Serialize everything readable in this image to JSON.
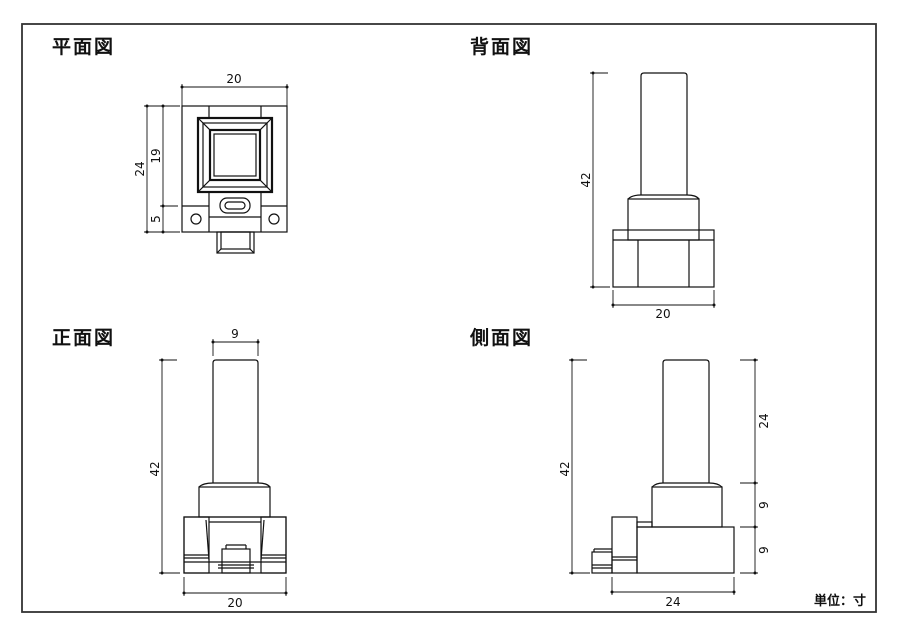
{
  "drawing": {
    "unit_label": "単位：寸",
    "views": {
      "plan": {
        "title": "平面図",
        "dims": {
          "width": "20",
          "depth_total": "24",
          "depth_main": "19",
          "depth_tab": "5"
        }
      },
      "back": {
        "title": "背面図",
        "dims": {
          "height": "42",
          "width": "20"
        }
      },
      "front": {
        "title": "正面図",
        "dims": {
          "stem_width": "9",
          "height": "42",
          "width": "20"
        }
      },
      "side": {
        "title": "側面図",
        "dims": {
          "height": "42",
          "stem_height": "24",
          "collar_height": "9",
          "base_height": "9",
          "depth": "24"
        }
      }
    },
    "colors": {
      "line": "#111111",
      "background": "#ffffff",
      "frame": "#333333"
    }
  }
}
